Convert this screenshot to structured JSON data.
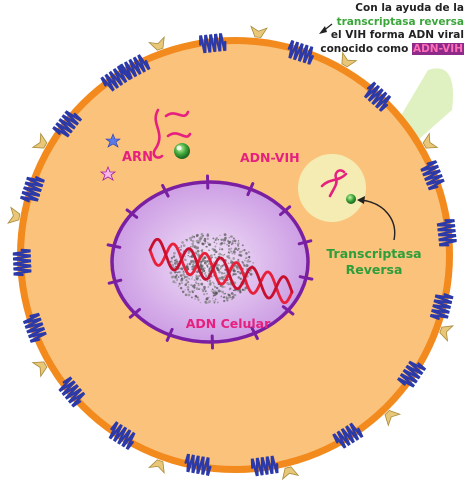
{
  "caption": {
    "line1": "Con la ayuda de la",
    "line2": "transcriptasa reversa",
    "line3": "el VIH forma ADN viral",
    "line4_prefix": "conocido como ",
    "line4_highlight": "ADN-VIH"
  },
  "labels": {
    "arn": "ARN",
    "adn_vih": "ADN-VIH",
    "transcriptasa_line1": "Transcriptasa",
    "transcriptasa_line2": "Reversa",
    "adn_celular": "ADN Celular"
  },
  "colors": {
    "cytoplasm": "#fbc27c",
    "membrane": "#f28a1e",
    "receptor": "#2b3aa8",
    "nucleus": "#d6a6ea",
    "nuclear_membrane": "#7a1fa2",
    "dna": "#e8203a",
    "label_magenta": "#e5207f",
    "label_green": "#2e9e3a",
    "caption_green": "#3aa63a",
    "caption_highlight_bg": "#8e2a8a",
    "caption_highlight_text": "#ff6fb5"
  }
}
